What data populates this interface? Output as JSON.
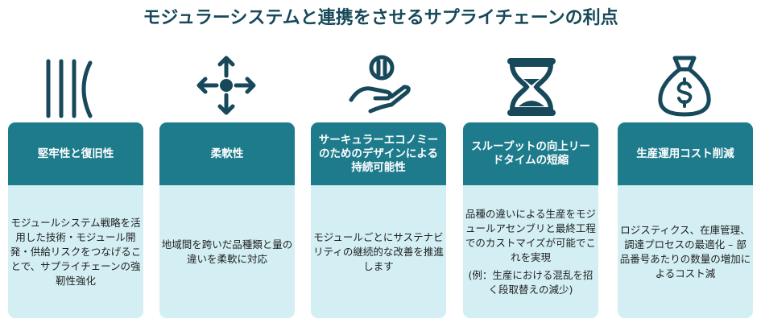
{
  "title": "モジュラーシステムと連携をさせるサプライチェーンの利点",
  "colors": {
    "header": "#1d7b8c",
    "body": "#d3eff4",
    "icon": "#17495a"
  },
  "cards": [
    {
      "icon": "resilience-icon",
      "header": "堅牢性と復旧性",
      "body": [
        "モジュールシステム戦略を活用した技術・モジュール開発・供給リスクをつなげることで、サプライチェーンの強靭性強化"
      ]
    },
    {
      "icon": "move-arrows-icon",
      "header": "柔軟性",
      "body": [
        "地域間を跨いだ品種類と量の違いを柔軟に対応"
      ]
    },
    {
      "icon": "hand-coin-icon",
      "header": "サーキュラーエコノミーのためのデザインによる持続可能性",
      "body": [
        "モジュールごとにサステナビリティの継続的な改善を推進します"
      ]
    },
    {
      "icon": "hourglass-icon",
      "header": "スループットの向上リードタイムの短縮",
      "body": [
        "品種の違いによる生産をモジュールアセンブリと最終工程でのカストマイズが可能でこれを実現",
        "(例：生産における混乱を招く段取替えの減少)"
      ]
    },
    {
      "icon": "money-bag-icon",
      "header": "生産運用コスト削減",
      "body": [
        "ロジスティクス、在庫管理、調達プロセスの最適化 – 部品番号あたりの数量の増加によるコスト減"
      ]
    }
  ]
}
